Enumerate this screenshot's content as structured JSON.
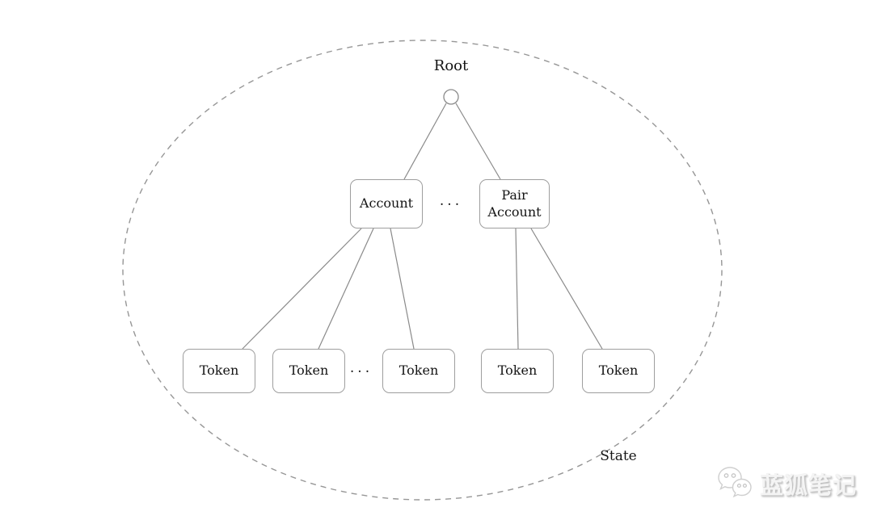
{
  "diagram": {
    "root_label": "Root",
    "state_label": "State",
    "account_label": "Account",
    "pair_account_label": "Pair Account",
    "tokens": [
      "Token",
      "Token",
      "Token",
      "Token",
      "Token"
    ],
    "ellipsis_top": "...",
    "ellipsis_bottom": "..."
  },
  "watermark": {
    "icon": "wechat-icon",
    "text": "蓝狐笔记"
  },
  "colors": {
    "line": "#8a8a8a",
    "box_border": "#9e9e9e",
    "ellipse_dash": "#969696",
    "text": "#141414",
    "background": "#ffffff",
    "watermark_text": "#f4f4f4",
    "watermark_shadow": "#bfbfbf"
  }
}
